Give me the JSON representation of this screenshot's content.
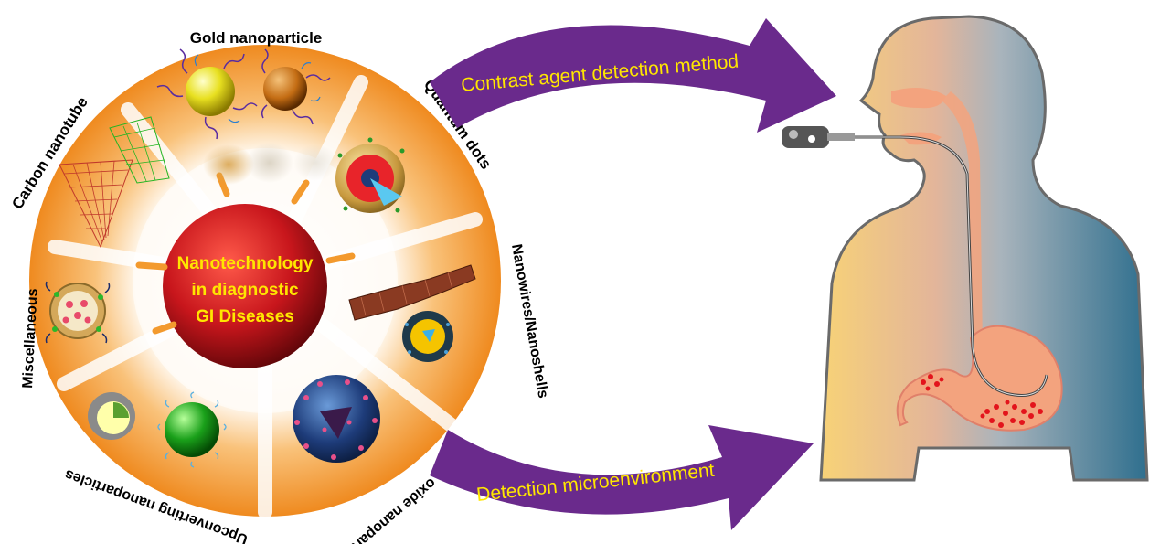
{
  "center": {
    "lines": [
      "Nanotechnology",
      "in diagnostic",
      "GI Diseases"
    ]
  },
  "ring_labels": {
    "gold": "Gold nanoparticle",
    "carbon": "Carbon nanotube",
    "quantum": "Quantum dots",
    "nanowires": "Nanowires/Nanoshells",
    "iron": "Iron oxide nanoparticle",
    "upconverting": "Upconverting nanoparticles",
    "misc": "Miscellaneous"
  },
  "arrows": {
    "top": "Contrast agent detection method",
    "bottom": "Detection microenvironment"
  },
  "colors": {
    "ring": "#f39a2e",
    "center_sphere": "#c8161c",
    "center_text": "#ffe600",
    "arrow": "#6a2a8c",
    "arrow_text": "#ffe600",
    "body_left": "#f7d277",
    "body_right": "#2f6f8e",
    "organ": "#f3a37e"
  }
}
